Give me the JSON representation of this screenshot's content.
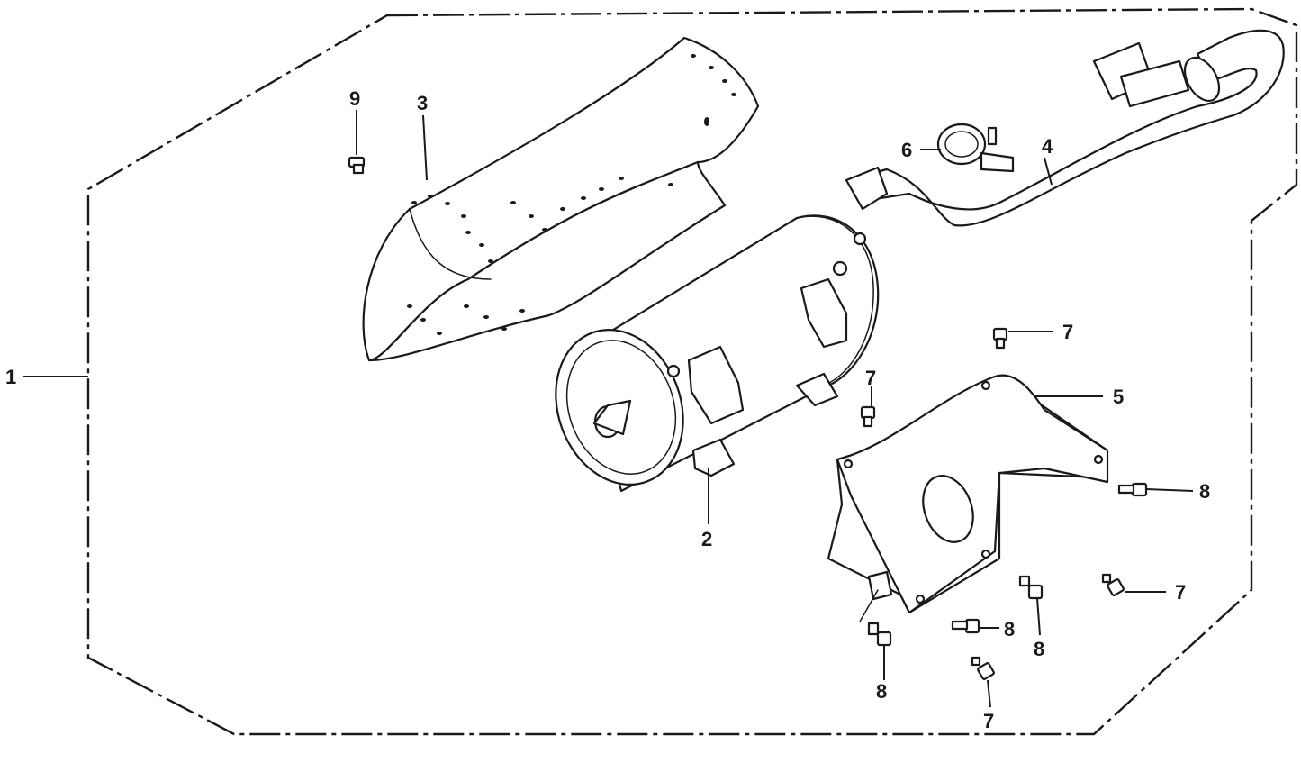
{
  "callouts": {
    "c1": "1",
    "c2": "2",
    "c3": "3",
    "c4": "4",
    "c5": "5",
    "c6": "6",
    "c7a": "7",
    "c7b": "7",
    "c7c": "7",
    "c7d": "7",
    "c8a": "8",
    "c8b": "8",
    "c8c": "8",
    "c8d": "8",
    "c9": "9"
  },
  "parts": [
    {
      "ref": "1",
      "name": "assembly-boundary"
    },
    {
      "ref": "2",
      "name": "muffler"
    },
    {
      "ref": "3",
      "name": "muffler-protector"
    },
    {
      "ref": "4",
      "name": "exhaust-pipe"
    },
    {
      "ref": "5",
      "name": "muffler-stay"
    },
    {
      "ref": "6",
      "name": "pipe-clamp"
    },
    {
      "ref": "7",
      "name": "flange-bolt"
    },
    {
      "ref": "8",
      "name": "flange-bolt"
    },
    {
      "ref": "9",
      "name": "screw"
    }
  ]
}
